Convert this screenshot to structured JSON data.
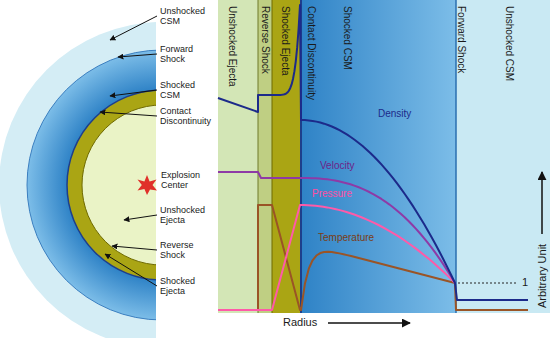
{
  "diagram": {
    "nodes": [
      {
        "text": [
          "Unshocked Ejecta"
        ]
      },
      {
        "text": [
          "Reverse Shock"
        ]
      },
      {
        "text": [
          "Shocked Ejecta"
        ]
      },
      {
        "text": [
          "Contact Discontinuity"
        ]
      },
      {
        "text": [
          "Shocked CSM"
        ]
      },
      {
        "text": [
          "Forward Shock"
        ]
      },
      {
        "text": [
          "Unshocked CSM"
        ]
      }
    ],
    "labels": [
      "Unshocked CSM",
      "Forward Shock",
      "Shocked CSM",
      "Contact Discontinuity",
      "Explosion Center",
      "Unshocked Ejecta",
      "Reverse Shock",
      "Shocked Ejecta",
      "Density",
      "Velocity",
      "Pressure",
      "Temperature",
      "1",
      "Arbitrary Unit",
      "Radius"
    ]
  }
}
